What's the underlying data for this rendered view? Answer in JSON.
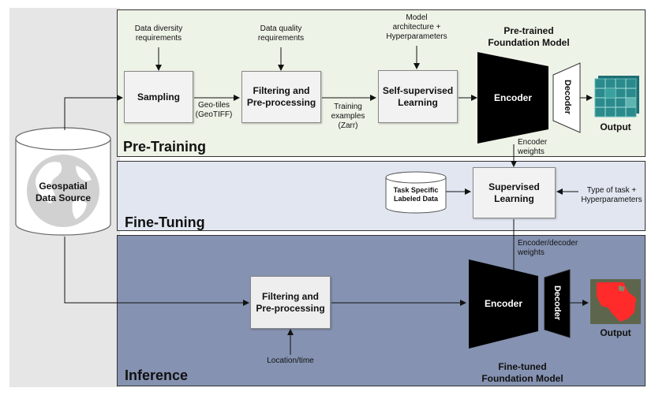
{
  "colors": {
    "background_left": "#e6e6e6",
    "pretraining_panel": "#eef3e7",
    "finetuning_panel": "#e1e6f1",
    "inference_panel": "#8592b1",
    "encoder_fill": "#000000",
    "red_region": "#ff2a2a"
  },
  "source": {
    "label": "Geospatial\nData Source",
    "icon": "globe-icon"
  },
  "pretraining": {
    "title": "Pre-Training",
    "data_diversity": "Data diversity\nrequirements",
    "data_quality": "Data quality\nrequirements",
    "model_arch": "Model\narchitecture +\nHyperparameters",
    "sampling": "Sampling",
    "geo_tiles": "Geo-tiles\n(GeoTIFF)",
    "filtering": "Filtering and\nPre-processing",
    "training_examples": "Training\nexamples\n(Zarr)",
    "ssl": "Self-supervised\nLearning",
    "model_title": "Pre-trained\nFoundation Model",
    "encoder": "Encoder",
    "decoder": "Decoder",
    "output": "Output",
    "encoder_weights": "Encoder\nweights"
  },
  "finetuning": {
    "title": "Fine-Tuning",
    "labeled_data": "Task Specific\nLabeled Data",
    "supervised": "Supervised\nLearning",
    "task_type": "Type of task +\nHyperparameters",
    "encdec_weights": "Encoder/decoder\nweights"
  },
  "inference": {
    "title": "Inference",
    "filtering": "Filtering and\nPre-processing",
    "location_time": "Location/time",
    "encoder": "Encoder",
    "decoder": "Decoder",
    "output": "Output",
    "model_title": "Fine-tuned\nFoundation Model"
  }
}
